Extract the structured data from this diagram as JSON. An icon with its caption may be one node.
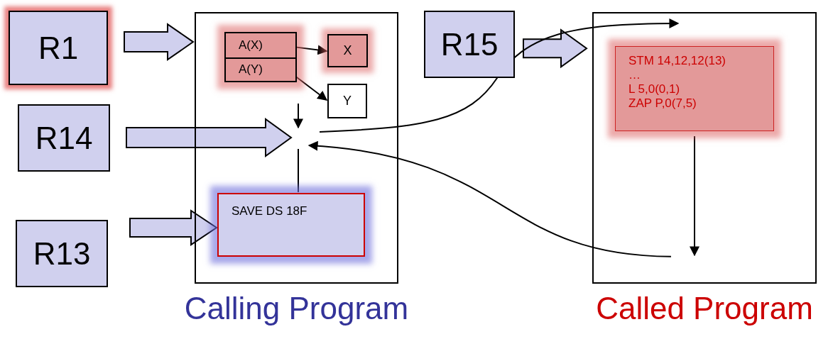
{
  "diagram": {
    "nodes": [
      {
        "text": [
          "R1"
        ]
      },
      {
        "text": [
          "R14"
        ]
      },
      {
        "text": [
          "R13"
        ]
      },
      {
        "text": [
          "R15"
        ]
      },
      {
        "text": [
          "Calling Program"
        ]
      },
      {
        "text": [
          "A(X)",
          "A(Y)"
        ],
        "in": 4
      },
      {
        "text": [
          "X"
        ],
        "in": 4
      },
      {
        "text": [
          "Y"
        ],
        "in": 4
      },
      {
        "text": [
          "SAVE DS 18F"
        ],
        "in": 4
      },
      {
        "text": [
          "Called Program"
        ]
      },
      {
        "text": [
          "STM 14,12,12(13)",
          "…",
          "L 5,0(0,1)",
          "ZAP P,0(7,5)"
        ],
        "in": 9
      }
    ],
    "edges": [
      {
        "from": 0,
        "to": 4,
        "arrow": "to",
        "style": "thick"
      },
      {
        "from": 1,
        "to": null,
        "arrow": "to",
        "style": "thick"
      },
      {
        "from": 2,
        "to": 8,
        "arrow": "to",
        "style": "thick"
      },
      {
        "from": 3,
        "to": 9,
        "arrow": "to",
        "style": "thick"
      },
      {
        "from": 5,
        "to": 6,
        "arrow": "to"
      },
      {
        "from": 5,
        "to": 7,
        "arrow": "to"
      },
      {
        "from": null,
        "to": 8,
        "arrow": "none"
      },
      {
        "from": null,
        "to": 9,
        "arrow": "to"
      },
      {
        "from": 9,
        "to": null,
        "arrow": "to"
      },
      {
        "from": 10,
        "to": null,
        "arrow": "to"
      }
    ]
  }
}
